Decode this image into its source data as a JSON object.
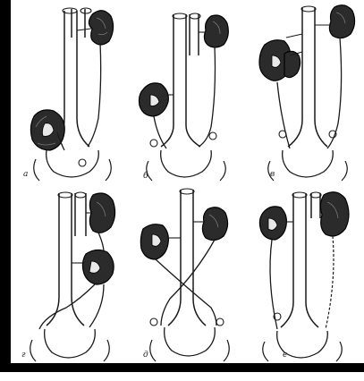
{
  "figure": {
    "panels": [
      {
        "label": "a"
      },
      {
        "label": "б"
      },
      {
        "label": "в"
      },
      {
        "label": "г"
      },
      {
        "label": "д"
      },
      {
        "label": "е"
      }
    ]
  }
}
